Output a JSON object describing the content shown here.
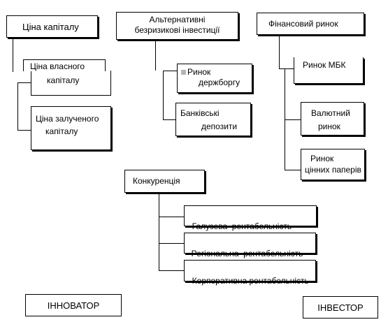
{
  "cost_of_capital": {
    "title": "Ціна капіталу",
    "equity": [
      "Ціна власного",
      "капіталу"
    ],
    "debt": [
      "Ціна залученого",
      "капіталу"
    ]
  },
  "alternative_investments": {
    "title": [
      "Альтернативні",
      "безризикові інвестиції"
    ],
    "state_debt_market": [
      "Ринок",
      "держборгу"
    ],
    "bank_deposits": [
      "Банківські",
      "депозити"
    ]
  },
  "financial_market": {
    "title": "Фінансовий ринок",
    "interbank_credit_market": "Ринок МБК",
    "currency_market": [
      "Валютний",
      "ринок"
    ],
    "securities_market": [
      "Ринок",
      "цінних паперів"
    ]
  },
  "competition": {
    "title": "Конкуренція",
    "industry_profitability": "Галузева  рентабельність",
    "regional_profitability": "Регіональна  рентабельність",
    "corporate_profitability": "Корпоративна рентабельність"
  },
  "roles": {
    "innovator": "ІННОВАТОР",
    "investor": "ІНВЕСТОР"
  }
}
